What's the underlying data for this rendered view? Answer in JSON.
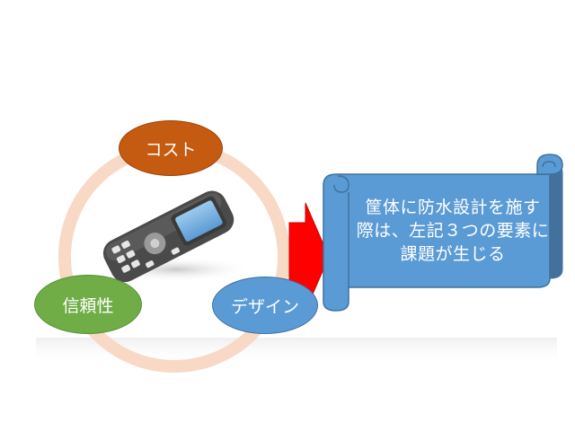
{
  "diagram": {
    "nodes": {
      "cost": "コスト",
      "reliability": "信頼性",
      "design": "デザイン"
    },
    "scroll_lines": [
      "筐体に防水設計を施す",
      "際は、左記３つの要素に",
      "課題が生じる"
    ],
    "colors": {
      "cost": "#c55a11",
      "reliability": "#70ad47",
      "design": "#5b9bd5",
      "scroll": "#5b9bd5",
      "arrow": "#ff0000",
      "ring": "#f8d9c6"
    }
  }
}
